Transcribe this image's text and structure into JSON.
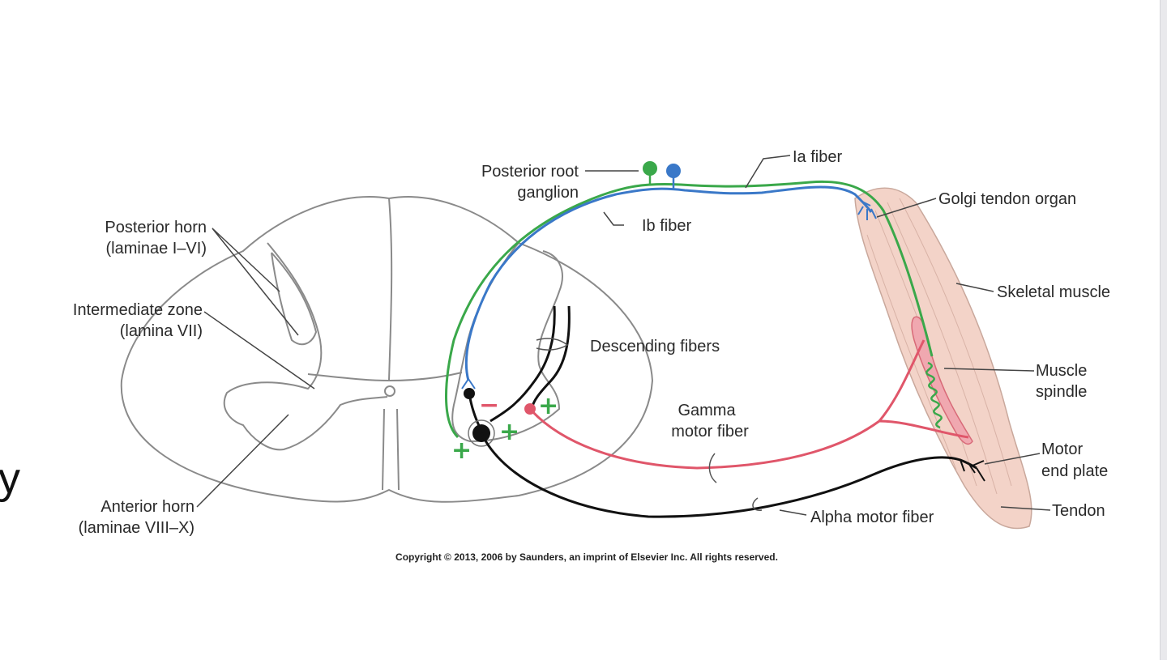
{
  "diagram": {
    "labels": {
      "posterior_root_ganglion_1": "Posterior root",
      "posterior_root_ganglion_2": "ganglion",
      "ia_fiber": "Ia fiber",
      "ib_fiber": "Ib fiber",
      "golgi_tendon_organ": "Golgi tendon organ",
      "posterior_horn_1": "Posterior horn",
      "posterior_horn_2": "(laminae I–VI)",
      "intermediate_zone_1": "Intermediate zone",
      "intermediate_zone_2": "(lamina VII)",
      "skeletal_muscle": "Skeletal muscle",
      "descending_fibers": "Descending fibers",
      "muscle_spindle_1": "Muscle",
      "muscle_spindle_2": "spindle",
      "gamma_motor_fiber_1": "Gamma",
      "gamma_motor_fiber_2": "motor fiber",
      "motor_end_plate_1": "Motor",
      "motor_end_plate_2": "end plate",
      "anterior_horn_1": "Anterior horn",
      "anterior_horn_2": "(laminae VIII–X)",
      "tendon": "Tendon",
      "alpha_motor_fiber": "Alpha motor fiber"
    },
    "signs": {
      "minus": "−",
      "plus": "+"
    },
    "copyright": "Copyright © 2013, 2006 by Saunders, an imprint of Elsevier Inc. All rights reserved.",
    "edge_glyph": "y",
    "colors": {
      "ia_fiber": "#3aa84a",
      "ib_fiber": "#3a78c8",
      "gamma": "#e0566a",
      "alpha": "#111111",
      "muscle": "#f3d3c8",
      "outline": "#8a8a8a"
    }
  }
}
